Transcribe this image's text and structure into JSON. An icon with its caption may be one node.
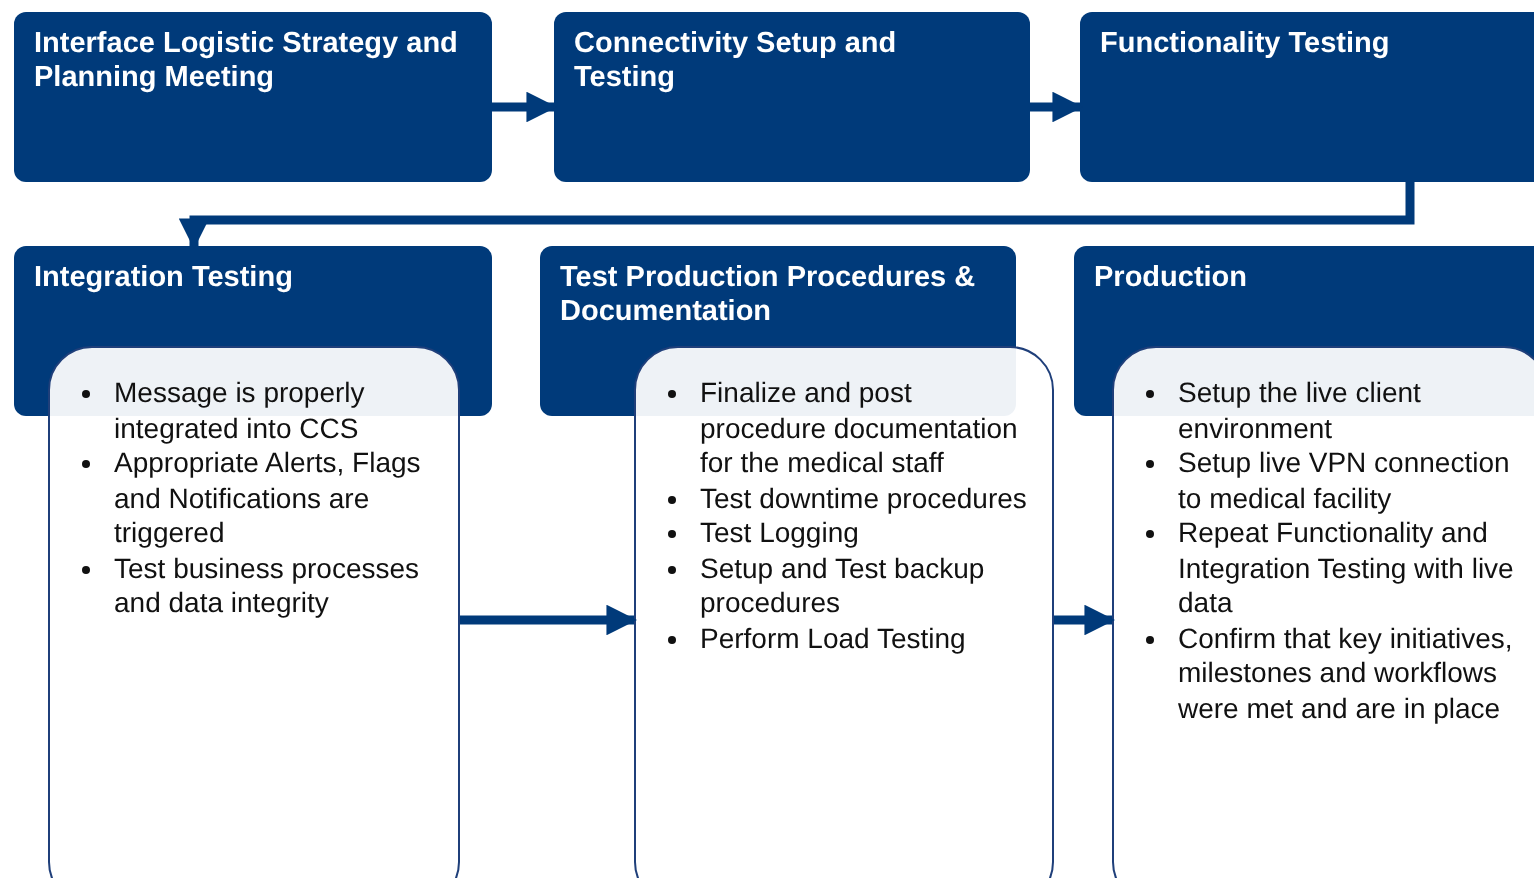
{
  "diagram": {
    "nodes": [
      {
        "text": [
          "Interface Logistic Strategy and Planning Meeting"
        ]
      },
      {
        "text": [
          "Connectivity Setup and Testing"
        ]
      },
      {
        "text": [
          "Functionality Testing"
        ]
      },
      {
        "text": [
          "Integration Testing"
        ]
      },
      {
        "text": [
          "Message is properly integrated into CCS",
          "Appropriate Alerts, Flags and Notifications are triggered",
          "Test business processes and data integrity"
        ]
      },
      {
        "text": [
          "Test Production Procedures & Documentation"
        ]
      },
      {
        "text": [
          "Finalize and post procedure documentation for the medical staff",
          "Test downtime procedures",
          "Test Logging",
          "Setup and Test backup procedures",
          "Perform Load Testing"
        ]
      },
      {
        "text": [
          "Production"
        ]
      },
      {
        "text": [
          "Setup the live client environment",
          "Setup live VPN connection to medical facility",
          "Repeat Functionality and Integration Testing with live data",
          "Confirm that key initiatives, milestones and workflows were met and are in place"
        ]
      }
    ],
    "edges": [
      {
        "from": 0,
        "to": 1,
        "arrow": "to"
      },
      {
        "from": 1,
        "to": 2,
        "arrow": "to"
      },
      {
        "from": 2,
        "to": 3,
        "arrow": "to"
      },
      {
        "from": 4,
        "to": 6,
        "arrow": "to"
      },
      {
        "from": 6,
        "to": 8,
        "arrow": "to"
      }
    ]
  }
}
